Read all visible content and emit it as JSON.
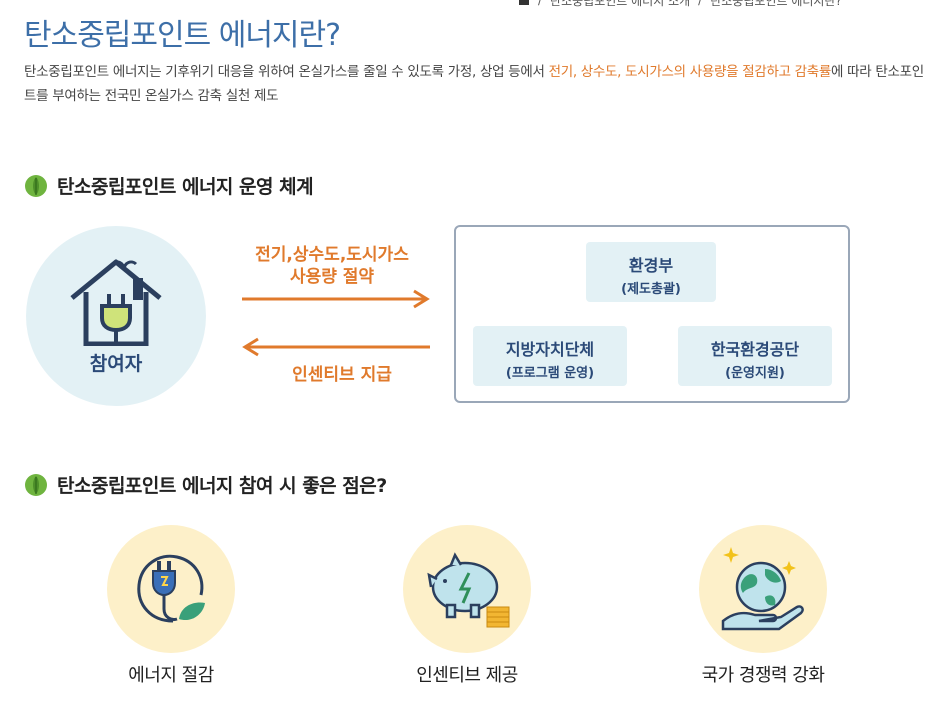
{
  "breadcrumb": {
    "items": [
      "탄소중립포인트 에너지 소개",
      "탄소중립포인트 에너지란?"
    ]
  },
  "page_title": "탄소중립포인트 에너지란?",
  "intro": {
    "before": "탄소중립포인트 에너지는 기후위기 대응을 위하여 온실가스를 줄일 수 있도록 가정, 상업 등에서 ",
    "highlight": "전기, 상수도, 도시가스의 사용량을 절감하고 감축률",
    "after": "에 따라 탄소포인트를 부여하는 전국민 온실가스 감축 실천 제도"
  },
  "section1": {
    "title": "탄소중립포인트 에너지 운영 체계",
    "participant_label": "참여자",
    "flow_top_line1": "전기,상수도,도시가스",
    "flow_top_line2": "사용량 절약",
    "flow_bottom": "인센티브 지급",
    "orgs": {
      "ministry": {
        "name": "환경부",
        "role": "(제도총괄)"
      },
      "local_gov": {
        "name": "지방자치단체",
        "role": "(프로그램 운영)"
      },
      "keco": {
        "name": "한국환경공단",
        "role": "(운영지원)"
      }
    }
  },
  "section2": {
    "title": "탄소중립포인트 에너지 참여 시 좋은 점은?",
    "benefits": [
      {
        "label": "에너지 절감",
        "icon": "plug-leaf-icon"
      },
      {
        "label": "인센티브 제공",
        "icon": "piggy-bank-icon"
      },
      {
        "label": "국가 경쟁력 강화",
        "icon": "globe-hand-icon"
      }
    ]
  },
  "colors": {
    "title_blue": "#3d6fa8",
    "highlight_orange": "#e07a2c",
    "navy": "#2b4a78",
    "light_blue_bg": "#e3f1f5",
    "light_yellow_bg": "#fdf0c9"
  }
}
